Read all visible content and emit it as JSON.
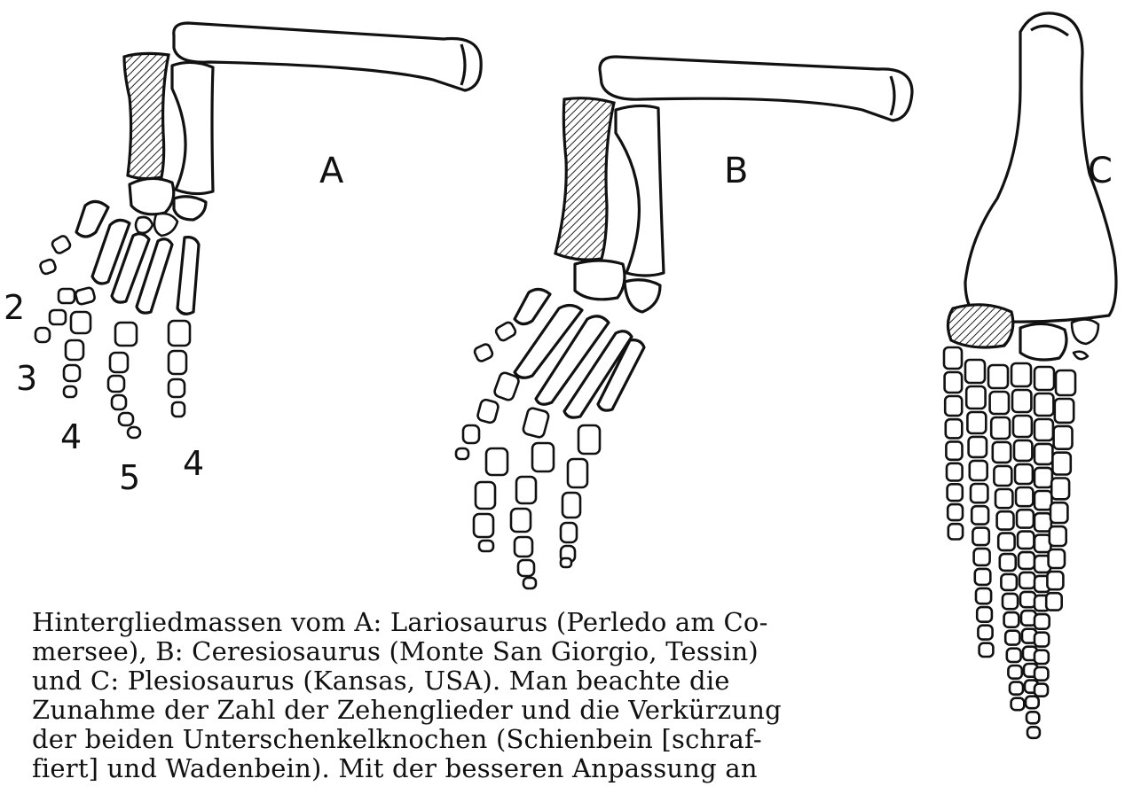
{
  "labels": {
    "a": "A",
    "b": "B",
    "c": "C",
    "digits_a": [
      "2",
      "3",
      "4",
      "5",
      "4"
    ]
  },
  "caption": {
    "lines": [
      "Hintergliedmassen vom A: Lariosaurus (Perledo am Co-",
      "mersee), B: Ceresiosaurus (Monte San Giorgio, Tessin)",
      "und C: Plesiosaurus (Kansas, USA). Man beachte die",
      "Zunahme der Zahl der Zehenglieder und die Verkürzung",
      "der beiden Unterschenkelknochen (Schienbein [schraf-",
      "fiert] und Wadenbein). Mit der besseren Anpassung an"
    ]
  }
}
